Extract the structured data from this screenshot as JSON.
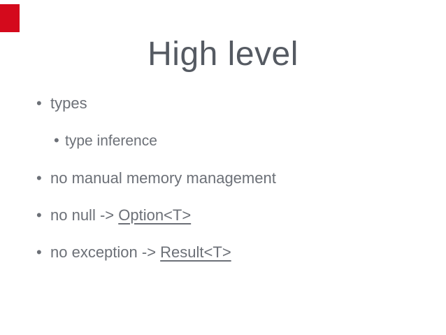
{
  "slide": {
    "title": "High level",
    "title_color": "#555a62",
    "body_text_color": "#6c7077",
    "background_color": "#ffffff",
    "marker_color": "#d40a1c",
    "bullet_char": "•",
    "bullets": [
      {
        "level": 1,
        "segments": [
          {
            "text": "types",
            "underline": false
          }
        ]
      },
      {
        "level": 2,
        "segments": [
          {
            "text": "type inference",
            "underline": false
          }
        ]
      },
      {
        "level": 1,
        "segments": [
          {
            "text": "no manual memory management",
            "underline": false
          }
        ]
      },
      {
        "level": 1,
        "segments": [
          {
            "text": "no null -> ",
            "underline": false
          },
          {
            "text": "Option<T>",
            "underline": true,
            "name": "option-t-link"
          }
        ]
      },
      {
        "level": 1,
        "segments": [
          {
            "text": "no exception -> ",
            "underline": false
          },
          {
            "text": "Result<T>",
            "underline": true,
            "name": "result-t-link"
          }
        ]
      }
    ]
  }
}
